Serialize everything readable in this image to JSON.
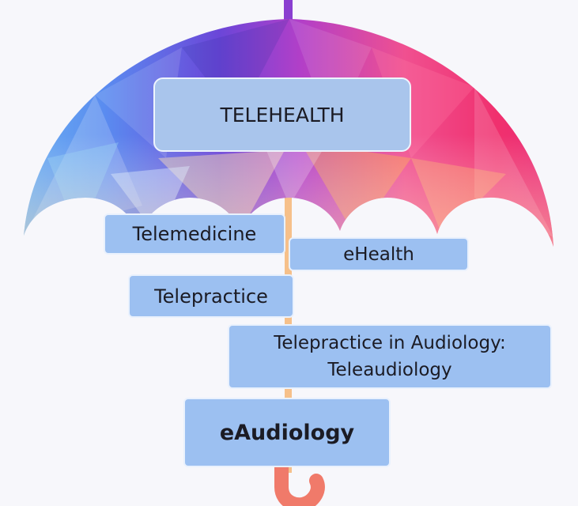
{
  "diagram": {
    "nodes": [
      {
        "id": "telehealth",
        "label": "TELEHEALTH"
      },
      {
        "id": "telemedicine",
        "label": "Telemedicine"
      },
      {
        "id": "ehealth",
        "label": "eHealth"
      },
      {
        "id": "telepractice",
        "label": "Telepractice"
      },
      {
        "id": "telepractice-audiology",
        "label_line1": "Telepractice in Audiology:",
        "label_line2": "Teleaudiology"
      },
      {
        "id": "eaudiology",
        "label": "eAudiology"
      }
    ]
  },
  "colors": {
    "box_fill": "#9cc0f1",
    "box_border": "#e9f1fd",
    "canopy_left": "#5a8cf0",
    "canopy_center": "#7a3fd6",
    "canopy_right": "#f0307a",
    "handle": "#f07a6a"
  },
  "icons": {
    "background": "umbrella-icon"
  }
}
